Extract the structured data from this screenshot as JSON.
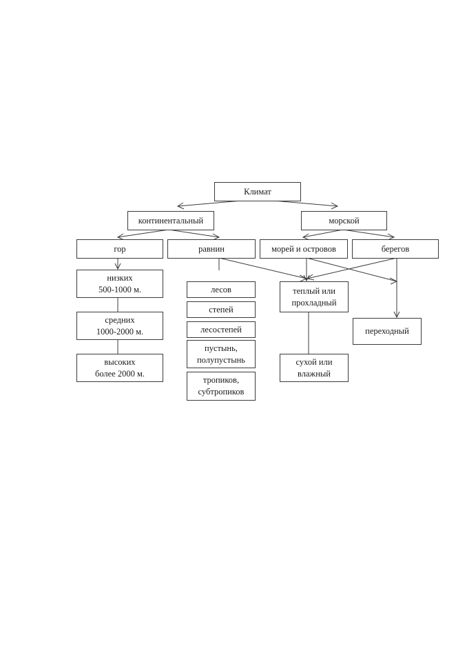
{
  "nodes": {
    "climate": "Климат",
    "continental": "континентальный",
    "maritime": "морской",
    "mountains": "гор",
    "plains": "равнин",
    "seas_islands": "морей и островов",
    "coasts": "берегов",
    "low": "низких\n500-1000 м.",
    "middle": "средних\n1000-2000 м.",
    "high": "высоких\nболее 2000 м.",
    "forests": "лесов",
    "steppes": "степей",
    "forest_steppes": "лесостепей",
    "deserts": "пустынь,\nполупустынь",
    "tropics": "тропиков,\nсубтропиков",
    "warm_cool": "теплый или\nпрохладный",
    "transitional": "переходный",
    "dry_wet": "сухой или\nвлажный"
  }
}
